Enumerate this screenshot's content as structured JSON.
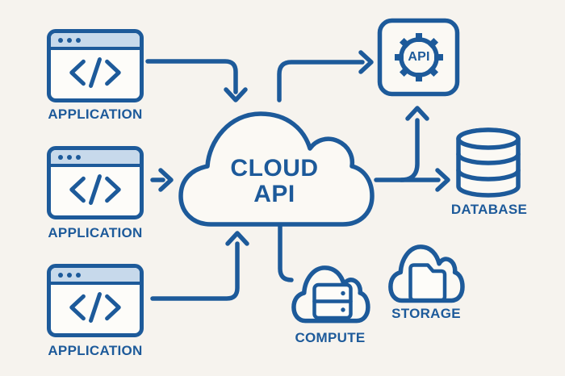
{
  "title": "Cloud API architecture diagram",
  "colors": {
    "accent": "#1d5a9a",
    "window_bar_fill": "#c7d9eb",
    "background": "#f6f3ee",
    "shape_fill": "#fbf9f4"
  },
  "nodes": {
    "applications": [
      {
        "label": "APPLICATION",
        "icon": "code-icon"
      },
      {
        "label": "APPLICATION",
        "icon": "code-icon"
      },
      {
        "label": "APPLICATION",
        "icon": "code-icon"
      }
    ],
    "cloud": {
      "label": "CLOUD API",
      "line1": "CLOUD",
      "line2": "API",
      "icon": "cloud-icon"
    },
    "api_box": {
      "label": "API",
      "icon": "gear-icon"
    },
    "database": {
      "label": "DATABASE",
      "icon": "database-cylinder-icon"
    },
    "compute": {
      "label": "COMPUTE",
      "icon": "cloud-server-icon"
    },
    "storage": {
      "label": "STORAGE",
      "icon": "cloud-folder-icon"
    }
  },
  "connections": [
    {
      "from": "application-1",
      "to": "cloud-api",
      "arrow": "down-into-cloud-top"
    },
    {
      "from": "application-2",
      "to": "cloud-api",
      "arrow": "right-into-cloud-left"
    },
    {
      "from": "application-3",
      "to": "cloud-api",
      "arrow": "up-into-cloud-bottom"
    },
    {
      "from": "cloud-api",
      "to": "api-box",
      "arrow": "up-then-right"
    },
    {
      "from": "cloud-api",
      "to": "database",
      "arrow": "right"
    },
    {
      "from": "cloud-api",
      "to": "api-box",
      "arrow": "branch-up"
    },
    {
      "from": "cloud-api",
      "to": "compute",
      "arrow": "elbow-no-head"
    }
  ]
}
